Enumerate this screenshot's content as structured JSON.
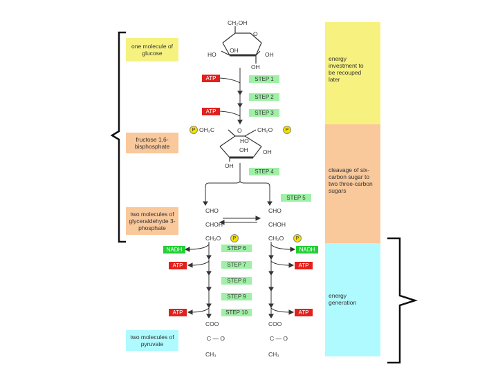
{
  "left_labels": {
    "glucose": "one molecule of glucose",
    "fructose": "fructose 1,6-bisphosphate",
    "glyceraldehyde": "two molecules of glyceraldehyde 3-phosphate",
    "pyruvate": "two molecules of pyruvate"
  },
  "phases": {
    "investment": "energy investment to be recouped later",
    "cleavage": "cleavage of six-carbon sugar to two three-carbon sugars",
    "generation": "energy generation"
  },
  "steps": [
    "STEP 1",
    "STEP 2",
    "STEP 3",
    "STEP 4",
    "STEP 5",
    "STEP 6",
    "STEP 7",
    "STEP 8",
    "STEP 9",
    "STEP 10"
  ],
  "badges": {
    "atp": "ATP",
    "nadh": "NADH",
    "phosphate": "P"
  },
  "glucose_ring": {
    "ch2oh": "CH₂OH",
    "o": "O",
    "ho": "HO",
    "oh_inner": "OH",
    "oh_right": "OH",
    "oh_bottom": "OH"
  },
  "fructose_ring": {
    "left_group": "OH₂C",
    "right_group": "CH₂O",
    "o": "O",
    "ho": "HO",
    "oh_inner": "OH",
    "oh_right": "OH",
    "oh_bottom": "OH"
  },
  "g3p": {
    "cho": "CHO",
    "choh": "CHOH",
    "ch2o": "CH₂O"
  },
  "pyruvate_struct": {
    "coo": "COO",
    "co": "C — O",
    "ch3": "CH₃"
  },
  "colors": {
    "investment": "#f7f27f",
    "cleavage": "#f9c89b",
    "generation": "#aefaff",
    "step": "#9ff0a6",
    "atp": "#e2201c",
    "nadh": "#23cf35"
  }
}
